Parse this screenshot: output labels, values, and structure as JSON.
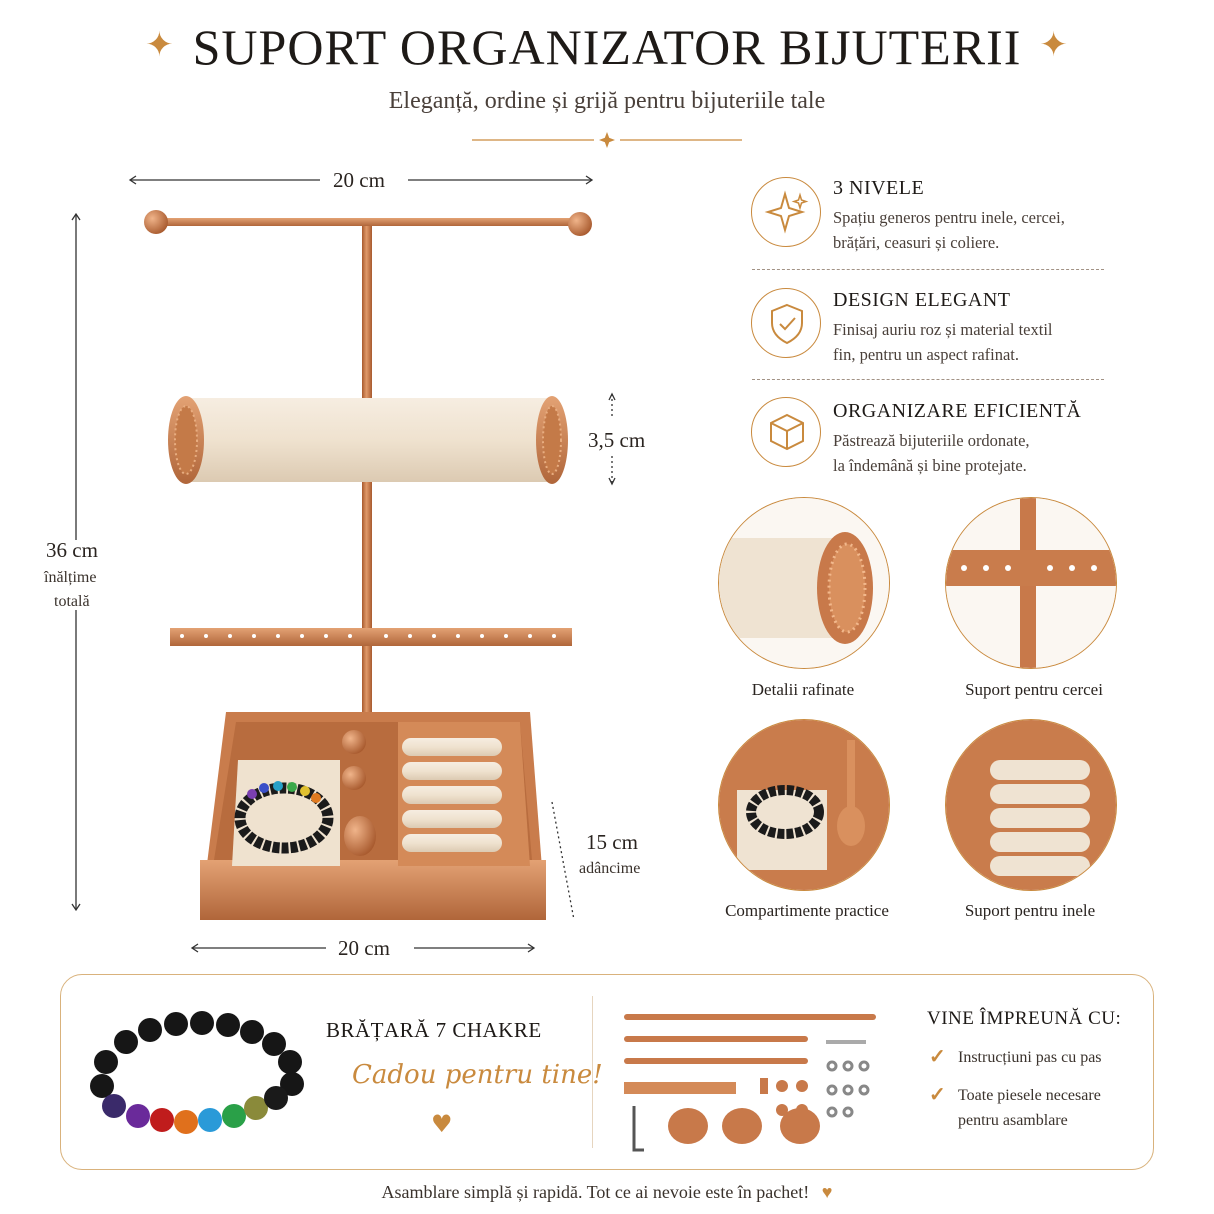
{
  "header": {
    "title": "SUPORT ORGANIZATOR BIJUTERII",
    "subtitle": "Eleganță, ordine și grijă pentru bijuteriile tale"
  },
  "dimensions": {
    "top_width": "20 cm",
    "height_value": "36 cm",
    "height_label_1": "înălțime",
    "height_label_2": "totală",
    "roll_diameter": "3,5 cm",
    "depth_value": "15 cm",
    "depth_label": "adâncime",
    "base_width": "20 cm"
  },
  "features": [
    {
      "icon": "sparkle-icon",
      "title": "3 NIVELE",
      "desc_1": "Spațiu generos pentru inele, cercei,",
      "desc_2": "brățări, ceasuri și coliere."
    },
    {
      "icon": "shield-check-icon",
      "title": "DESIGN ELEGANT",
      "desc_1": "Finisaj auriu roz și material textil",
      "desc_2": "fin, pentru un aspect rafinat."
    },
    {
      "icon": "box-icon",
      "title": "ORGANIZARE EFICIENTĂ",
      "desc_1": "Păstrează bijuteriile ordonate,",
      "desc_2": "la îndemână și bine protejate."
    }
  ],
  "thumbnails": [
    {
      "label": "Detalii rafinate"
    },
    {
      "label": "Suport pentru cercei"
    },
    {
      "label": "Compartimente practice"
    },
    {
      "label": "Suport pentru inele"
    }
  ],
  "gift": {
    "title": "BRĂȚARĂ 7 CHAKRE",
    "subtitle": "Cadou pentru tine!"
  },
  "included": {
    "title": "VINE ÎMPREUNĂ CU:",
    "item_1": "Instrucțiuni pas cu pas",
    "item_2_line_1": "Toate piesele necesare",
    "item_2_line_2": "pentru asamblare"
  },
  "footer": "Asamblare simplă și rapidă. Tot ce ai nevoie este în pachet!",
  "colors": {
    "accent": "#c98a3e",
    "copper": "#c8794a",
    "fabric": "#efe3d2"
  }
}
